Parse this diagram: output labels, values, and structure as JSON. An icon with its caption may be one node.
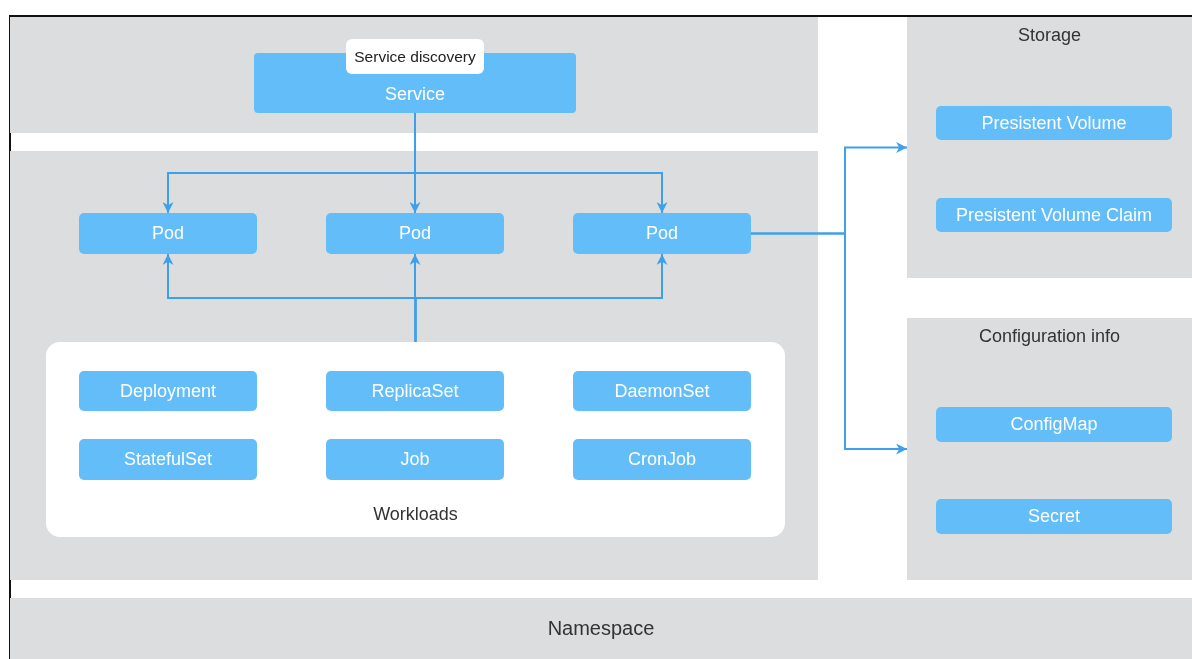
{
  "diagram": {
    "nodes": [
      {
        "text": [],
        "shape": "box"
      },
      {
        "text": [
          "Service discovery",
          "Service"
        ],
        "in": 0
      },
      {
        "text": [],
        "shape": "box"
      },
      {
        "text": [
          "Pod"
        ],
        "in": 2
      },
      {
        "text": [
          "Pod"
        ],
        "in": 2
      },
      {
        "text": [
          "Pod"
        ],
        "in": 2
      },
      {
        "text": [
          "Workloads"
        ],
        "in": 2
      },
      {
        "text": [
          "Deployment"
        ],
        "in": 6
      },
      {
        "text": [
          "ReplicaSet"
        ],
        "in": 6
      },
      {
        "text": [
          "DaemonSet"
        ],
        "in": 6
      },
      {
        "text": [
          "StatefulSet"
        ],
        "in": 6
      },
      {
        "text": [
          "Job"
        ],
        "in": 6
      },
      {
        "text": [
          "CronJob"
        ],
        "in": 6
      },
      {
        "text": [
          "Storage"
        ]
      },
      {
        "text": [
          "Presistent Volume"
        ],
        "in": 13
      },
      {
        "text": [
          "Presistent Volume Claim"
        ],
        "in": 13
      },
      {
        "text": [
          "Configuration info"
        ]
      },
      {
        "text": [
          "ConfigMap"
        ],
        "in": 16
      },
      {
        "text": [
          "Secret"
        ],
        "in": 16
      },
      {
        "text": [
          "Namespace"
        ]
      }
    ],
    "edges": [
      {
        "from": 1,
        "to": 3,
        "arrow": "to"
      },
      {
        "from": 1,
        "to": 4,
        "arrow": "to"
      },
      {
        "from": 1,
        "to": 5,
        "arrow": "to"
      },
      {
        "from": 6,
        "to": 3,
        "arrow": "to"
      },
      {
        "from": 6,
        "to": 4,
        "arrow": "to"
      },
      {
        "from": 6,
        "to": 5,
        "arrow": "to"
      },
      {
        "from": 5,
        "to": 13,
        "arrow": "to"
      },
      {
        "from": 5,
        "to": 16,
        "arrow": "to"
      }
    ]
  }
}
